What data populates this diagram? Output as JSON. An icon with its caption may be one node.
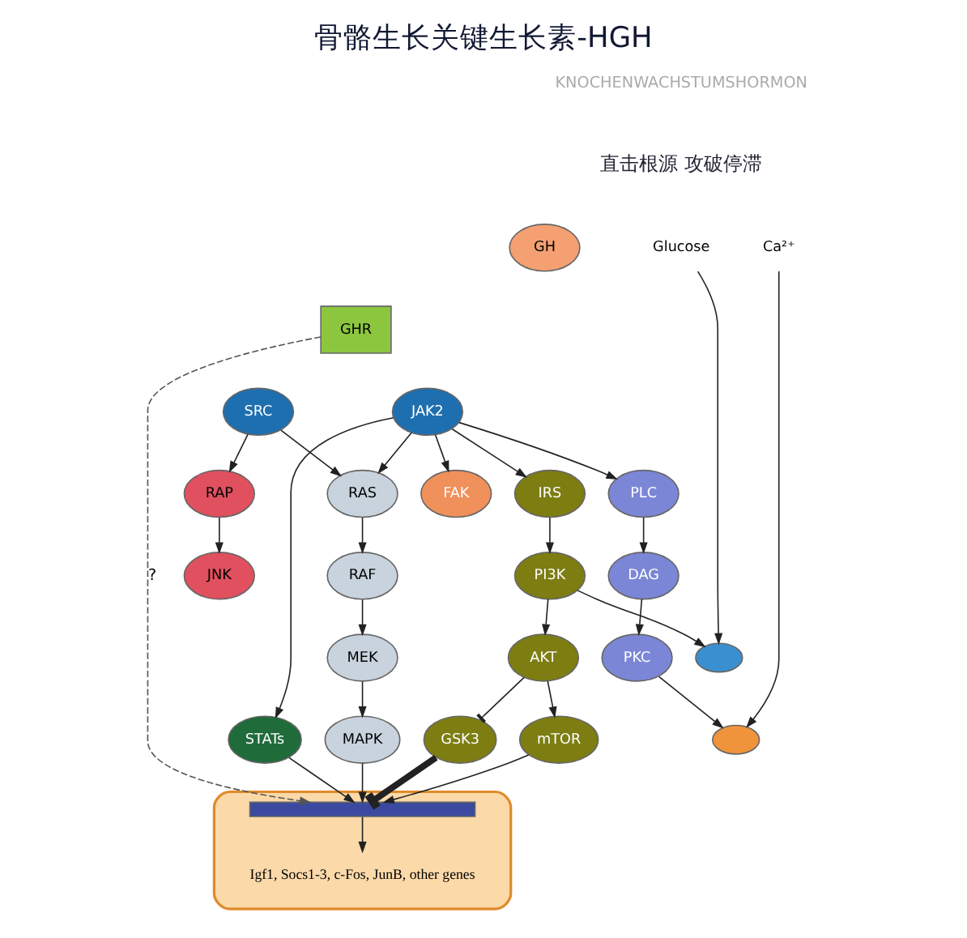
{
  "diagram": {
    "title": "骨骼生长关键生长素-HGH",
    "nodes": [
      {
        "text": [
          "Glucose"
        ]
      },
      {
        "text": [],
        "shape": "ellipse"
      },
      {
        "text": [
          "Ca²⁺"
        ]
      },
      {
        "text": [],
        "shape": "ellipse"
      },
      {
        "text": [
          "GH"
        ]
      },
      {
        "text": [
          "GHR"
        ]
      },
      {
        "text": [
          "JAK2"
        ]
      },
      {
        "text": [
          "SRC"
        ]
      },
      {
        "text": [
          "PLC"
        ]
      },
      {
        "text": [
          "DAG"
        ]
      },
      {
        "text": [
          "PKC"
        ]
      },
      {
        "text": [
          "FAK"
        ]
      },
      {
        "text": [
          "IRS"
        ]
      },
      {
        "text": [
          "PI3K"
        ]
      },
      {
        "text": [
          "AKT"
        ]
      },
      {
        "text": [
          "mTOR"
        ]
      },
      {
        "text": [
          "GSK3"
        ]
      },
      {
        "text": [
          "STATs"
        ]
      },
      {
        "text": [
          "RAP"
        ]
      },
      {
        "text": [
          "JNK"
        ]
      },
      {
        "text": [
          "RAS"
        ]
      },
      {
        "text": [
          "RAF"
        ]
      },
      {
        "text": [
          "MEK"
        ]
      },
      {
        "text": [
          "MAPK"
        ]
      },
      {
        "text": [],
        "shape": "ellipse"
      },
      {
        "text": [],
        "shape": "bar",
        "in": 24
      },
      {
        "text": [
          "Igf1, Socs1-3, c-Fos, JunB, other genes"
        ],
        "in": 24
      }
    ],
    "edges": [
      {
        "from": 0,
        "to": 1,
        "arrow": "to"
      },
      {
        "from": 2,
        "to": 3,
        "arrow": "to"
      },
      {
        "from": 6,
        "to": 8,
        "arrow": "to"
      },
      {
        "from": 8,
        "to": 9,
        "arrow": "to"
      },
      {
        "from": 9,
        "to": 10,
        "arrow": "to"
      },
      {
        "from": 10,
        "to": 3,
        "arrow": "to"
      },
      {
        "from": 6,
        "to": 11,
        "arrow": "to"
      },
      {
        "from": 6,
        "to": 12,
        "arrow": "to"
      },
      {
        "from": 12,
        "to": 13,
        "arrow": "to"
      },
      {
        "from": 13,
        "to": 1,
        "arrow": "to"
      },
      {
        "from": 13,
        "to": 14,
        "arrow": "to"
      },
      {
        "from": 14,
        "to": 15,
        "arrow": "to"
      },
      {
        "from": 14,
        "to": 16,
        "arrow": "other"
      },
      {
        "from": 6,
        "to": 17,
        "arrow": "to"
      },
      {
        "from": 7,
        "to": 18,
        "arrow": "to"
      },
      {
        "from": 18,
        "to": 19,
        "arrow": "to"
      },
      {
        "from": 7,
        "to": 20,
        "arrow": "to"
      },
      {
        "from": 6,
        "to": 20,
        "arrow": "to"
      },
      {
        "from": 20,
        "to": 21,
        "arrow": "to"
      },
      {
        "from": 21,
        "to": 22,
        "arrow": "to"
      },
      {
        "from": 22,
        "to": 23,
        "arrow": "to"
      },
      {
        "from": 15,
        "to": 25,
        "arrow": "to"
      },
      {
        "from": 17,
        "to": 25,
        "arrow": "to"
      },
      {
        "from": 23,
        "to": 25,
        "arrow": "to"
      },
      {
        "from": 16,
        "to": 25,
        "arrow": "other",
        "style": "thick"
      },
      {
        "from": 25,
        "to": 26,
        "arrow": "to"
      },
      {
        "from": 5,
        "to": 25,
        "arrow": "to",
        "label": "?",
        "style": "dashed",
        "color": "#555555"
      }
    ],
    "labels": [
      "KNOCHENWACHSTUMSHORMON",
      "直击根源 攻破停滞"
    ]
  }
}
